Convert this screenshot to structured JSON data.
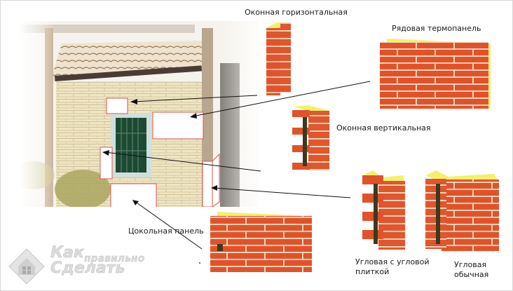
{
  "labels": {
    "window_horizontal": "Оконная горизонтальная",
    "row_panel": "Рядовая термопанель",
    "window_vertical": "Оконная вертикальная",
    "plinth_panel": "Цокольная панель",
    "corner_with_tile_line1": "Угловая с угловой",
    "corner_with_tile_line2": "плиткой",
    "corner_regular_line1": "Угловая",
    "corner_regular_line2": "обычная"
  },
  "watermark": {
    "line1": "Как",
    "line2": "правильно",
    "line3": "Сделать"
  },
  "colors": {
    "brick": "#e0502a",
    "mortar": "#f2c9a8",
    "insulation": "#f4f06a",
    "wall": "#efe6c8",
    "marker_border": "#d9534f"
  }
}
